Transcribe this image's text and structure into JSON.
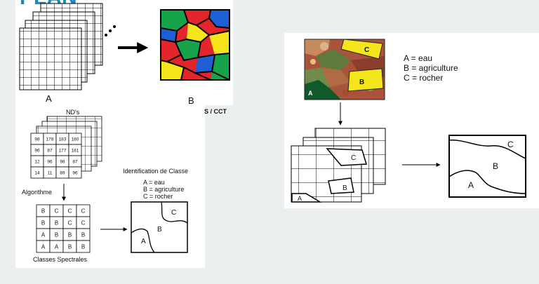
{
  "header": {
    "fragment": "PLAN"
  },
  "top_left": {
    "label_a": "A",
    "label_b": "B",
    "caption": "S / CCT"
  },
  "bottom_left": {
    "nd_title": "ND's",
    "nd_matrix": [
      [
        "98",
        "178",
        "183",
        "180"
      ],
      [
        "96",
        "87",
        "177",
        "181"
      ],
      [
        "12",
        "96",
        "98",
        "87"
      ],
      [
        "14",
        "11",
        "89",
        "96"
      ]
    ],
    "algorithm_label": "Algorithme",
    "class_matrix": [
      [
        "B",
        "C",
        "C",
        "C"
      ],
      [
        "B",
        "B",
        "C",
        "C"
      ],
      [
        "A",
        "B",
        "B",
        "B"
      ],
      [
        "A",
        "A",
        "B",
        "B"
      ]
    ],
    "classes_label": "Classes Spectrales",
    "identification_title": "Identification de Classe",
    "legend": [
      "A = eau",
      "B = agriculture",
      "C = rocher"
    ],
    "map_labels": {
      "a": "A",
      "b": "B",
      "c": "C"
    }
  },
  "right": {
    "image_labels": {
      "a": "A",
      "b": "B",
      "c": "C"
    },
    "legend": [
      "A = eau",
      "B = agriculture",
      "C = rocher"
    ],
    "grid_labels": {
      "a": "A",
      "b": "B",
      "c": "C"
    },
    "map_labels": {
      "a": "A",
      "b": "B",
      "c": "C"
    }
  },
  "colors": {
    "red": "#e3262b",
    "green": "#17a34a",
    "blue": "#1f5fd6",
    "yellow": "#f5e51b",
    "title_blue": "#1e86b8"
  }
}
